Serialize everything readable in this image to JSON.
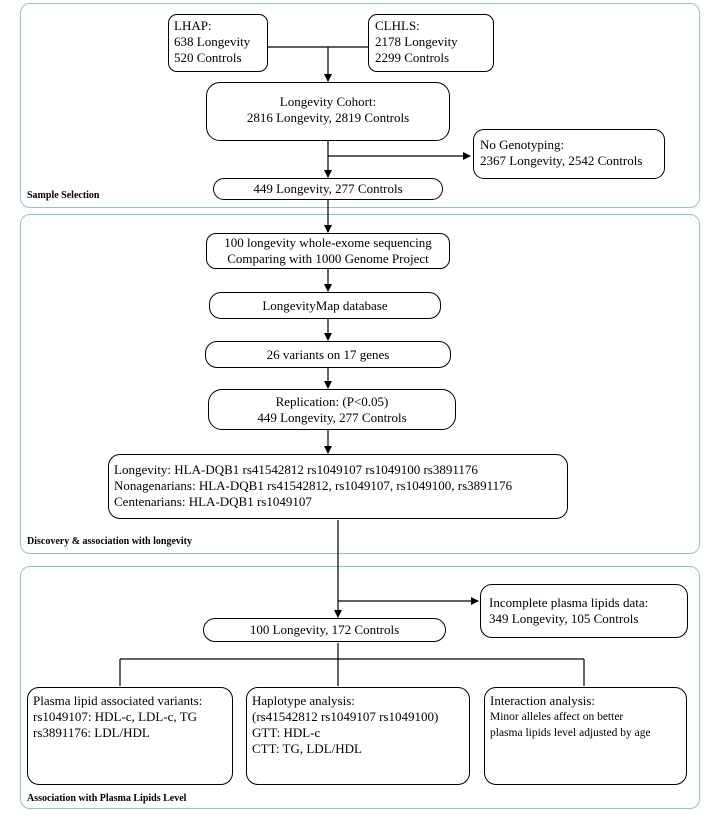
{
  "sections": {
    "sample_selection": "Sample Selection",
    "discovery": "Discovery & association with longevity",
    "plasma": "Association with Plasma Lipids Level"
  },
  "boxes": {
    "lhap": [
      "LHAP:",
      "638 Longevity",
      "520 Controls"
    ],
    "clhls": [
      "CLHLS:",
      "2178 Longevity",
      "2299 Controls"
    ],
    "cohort": [
      "Longevity Cohort:",
      "2816 Longevity, 2819 Controls"
    ],
    "no_genotyping": [
      "No Genotyping:",
      "2367 Longevity, 2542 Controls"
    ],
    "selected": [
      "449 Longevity, 277 Controls"
    ],
    "exome": [
      "100 longevity whole-exome sequencing",
      "Comparing with 1000 Genome Project"
    ],
    "longevitymap": [
      "LongevityMap database"
    ],
    "variants": [
      "26 variants on 17 genes"
    ],
    "replication": [
      "Replication: (P<0.05)",
      "449 Longevity, 277 Controls"
    ],
    "hla": [
      "Longevity: HLA-DQB1 rs41542812 rs1049107 rs1049100 rs3891176",
      "Nonagenarians: HLA-DQB1 rs41542812, rs1049107, rs1049100, rs3891176",
      "Centenarians: HLA-DQB1 rs1049107"
    ],
    "incomplete": [
      "Incomplete plasma lipids data:",
      "349 Longevity, 105 Controls"
    ],
    "plasma_sample": [
      "100 Longevity, 172 Controls"
    ],
    "plasma_variants": [
      "Plasma lipid associated variants:",
      "rs1049107: HDL-c, LDL-c, TG",
      "rs3891176: LDL/HDL"
    ],
    "haplotype": [
      "Haplotype analysis:",
      "(rs41542812 rs1049107 rs1049100)",
      "GTT: HDL-c",
      "CTT: TG, LDL/HDL"
    ],
    "interaction": [
      "Interaction analysis:",
      "Minor alleles affect on better",
      "plasma lipids level adjusted by age"
    ]
  },
  "colors": {
    "section_border": "#8ec3d9",
    "box_border": "#000000",
    "arrow": "#000000"
  }
}
